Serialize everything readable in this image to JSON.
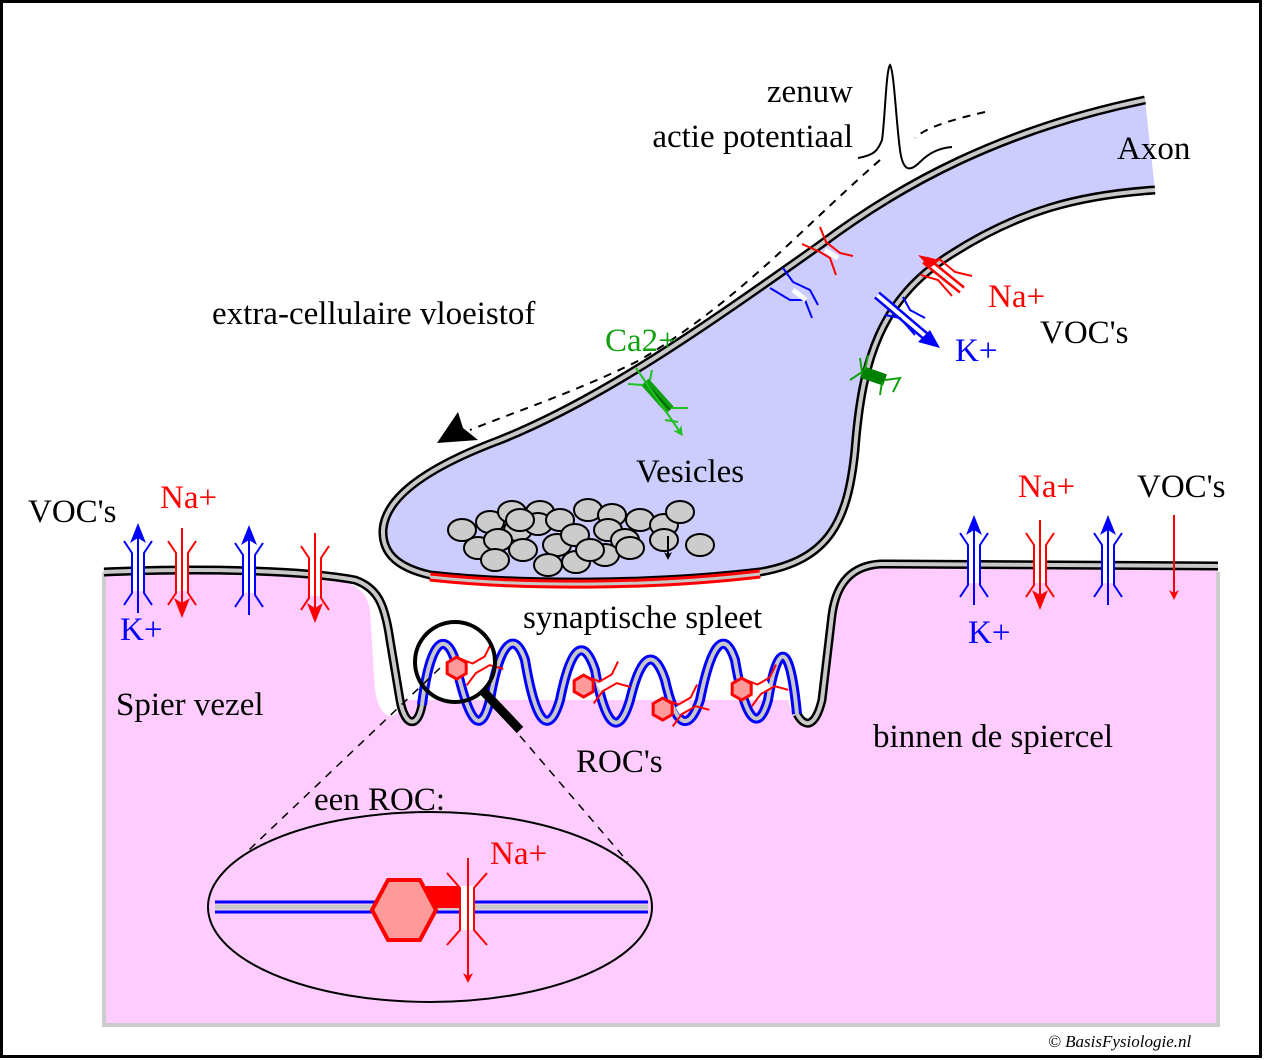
{
  "title": "Neuromusculaire synaps",
  "colors": {
    "axon_fill": "#ccccff",
    "muscle_fill": "#ffccff",
    "membrane_gray": "#c8c8c8",
    "na": "#ff0000",
    "k": "#0000ff",
    "ca": "#10a010",
    "roc_ligand": "#ff9a9a"
  },
  "labels": {
    "nerve_ap_line1": "zenuw",
    "nerve_ap_line2": "actie potentiaal",
    "axon": "Axon",
    "extracellular": "extra-cellulaire vloeistof",
    "ca": "Ca2+",
    "vesicles": "Vesicles",
    "axon_na": "Na+",
    "axon_k": "K+",
    "axon_vocs": "VOC's",
    "left_vocs": "VOC's",
    "left_na": "Na+",
    "left_k": "K+",
    "right_na": "Na+",
    "right_vocs": "VOC's",
    "right_k": "K+",
    "synaptic_cleft": "synaptische spleet",
    "muscle_fiber": "Spier vezel",
    "inside_muscle": "binnen de spiercel",
    "rocs": "ROC's",
    "one_roc": "een ROC:",
    "roc_na": "Na+",
    "copyright": "© BasisFysiologie.nl"
  }
}
